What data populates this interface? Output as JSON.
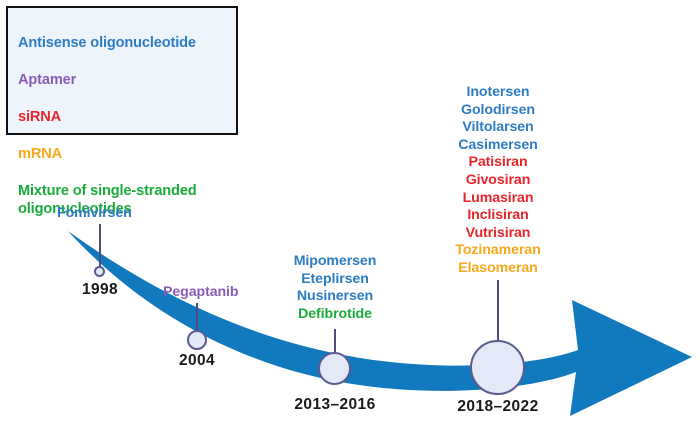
{
  "figure": {
    "background": "#ffffff",
    "arrow_color": "#1179be",
    "connector_color": "#4d4d7d",
    "node_fill": "#e3e9f7",
    "node_stroke": "#5b5b8e",
    "date_color": "#1a1a1a"
  },
  "palette": {
    "antisense_oligonucleotide": "#2e7cc4",
    "aptamer": "#8a5cb6",
    "sirna": "#e8252a",
    "mrna": "#f7a81b",
    "mixture_single_stranded": "#1aab3c"
  },
  "legend": {
    "box_border_color": "#111111",
    "box_background": "#eef4fb",
    "items": [
      {
        "label": "Antisense oligonucleotide",
        "color": "#2e7cc4"
      },
      {
        "label": "Aptamer",
        "color": "#8a5cb6"
      },
      {
        "label": "siRNA",
        "color": "#e8252a"
      },
      {
        "label": "mRNA",
        "color": "#f7a81b"
      },
      {
        "label": "Mixture of single-stranded\noligonucleotides",
        "color": "#1aab3c"
      }
    ]
  },
  "milestones": [
    {
      "id": "1998",
      "date_label": "1998",
      "drugs": [
        {
          "name": "Fomivirsen",
          "color": "#2e7cc4"
        }
      ]
    },
    {
      "id": "2004",
      "date_label": "2004",
      "drugs": [
        {
          "name": "Pegaptanib",
          "color": "#8a5cb6"
        }
      ]
    },
    {
      "id": "2013-2016",
      "date_label": "2013–2016",
      "drugs": [
        {
          "name": "Mipomersen",
          "color": "#2e7cc4"
        },
        {
          "name": "Eteplirsen",
          "color": "#2e7cc4"
        },
        {
          "name": "Nusinersen",
          "color": "#2e7cc4"
        },
        {
          "name": "Defibrotide",
          "color": "#1aab3c"
        }
      ]
    },
    {
      "id": "2018-2022",
      "date_label": "2018–2022",
      "drugs": [
        {
          "name": "Inotersen",
          "color": "#2e7cc4"
        },
        {
          "name": "Golodirsen",
          "color": "#2e7cc4"
        },
        {
          "name": "Viltolarsen",
          "color": "#2e7cc4"
        },
        {
          "name": "Casimersen",
          "color": "#2e7cc4"
        },
        {
          "name": "Patisiran",
          "color": "#e8252a"
        },
        {
          "name": "Givosiran",
          "color": "#e8252a"
        },
        {
          "name": "Lumasiran",
          "color": "#e8252a"
        },
        {
          "name": "Inclisiran",
          "color": "#e8252a"
        },
        {
          "name": "Vutrisiran",
          "color": "#e8252a"
        },
        {
          "name": "Tozinameran",
          "color": "#f7a81b"
        },
        {
          "name": "Elasomeran",
          "color": "#f7a81b"
        }
      ]
    }
  ]
}
